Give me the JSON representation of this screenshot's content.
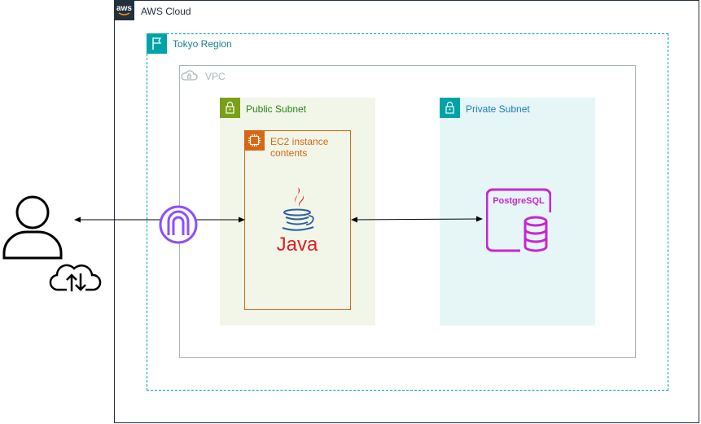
{
  "aws_cloud": {
    "label": "AWS Cloud",
    "logo_text": "aws",
    "color": "#232F3E"
  },
  "region": {
    "label": "Tokyo Region",
    "color": "#00A4A6"
  },
  "vpc": {
    "label": "VPC",
    "color": "#AAB7B8"
  },
  "public_subnet": {
    "label": "Public Subnet",
    "color": "#7AA116",
    "fill": "#F2F6E8"
  },
  "private_subnet": {
    "label": "Private Subnet",
    "color": "#00A4A6",
    "fill": "#E6F6F7"
  },
  "ec2": {
    "label_line1": "EC2 instance",
    "label_line2": "contents",
    "color": "#D86613"
  },
  "java": {
    "label": "Java",
    "color": "#E11E22",
    "cup_color": "#2D5FA0"
  },
  "postgres": {
    "label": "PostgreSQL",
    "color": "#C925D1"
  },
  "gateway": {
    "icon": "internet-gateway-icon",
    "color": "#8C4FFF"
  },
  "user": {
    "icon": "user-icon"
  },
  "cloud_transfer": {
    "icon": "cloud-upload-download-icon"
  }
}
